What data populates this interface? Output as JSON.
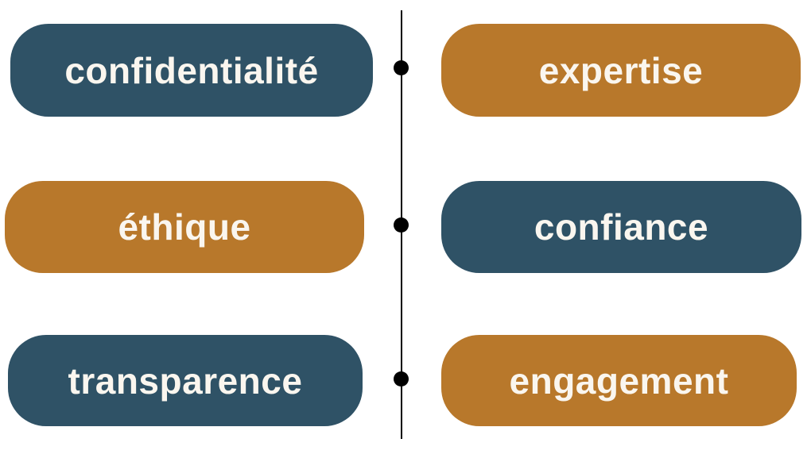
{
  "diagram": {
    "background": "#FFFFFF",
    "text_color": "#FAF6EF",
    "divider_line_color": "#000000",
    "connector_dot_color": "#000000",
    "accent_colors": {
      "navy": "#2F5266",
      "orange": "#B8782B"
    },
    "pills": [
      {
        "label": "confidentialité",
        "column": "left",
        "row": 1,
        "color": "#2F5266"
      },
      {
        "label": "expertise",
        "column": "right",
        "row": 1,
        "color": "#B8782B"
      },
      {
        "label": "éthique",
        "column": "left",
        "row": 2,
        "color": "#B8782B"
      },
      {
        "label": "confiance",
        "column": "right",
        "row": 2,
        "color": "#2F5266"
      },
      {
        "label": "transparence",
        "column": "left",
        "row": 3,
        "color": "#2F5266"
      },
      {
        "label": "engagement",
        "column": "right",
        "row": 3,
        "color": "#B8782B"
      }
    ]
  }
}
